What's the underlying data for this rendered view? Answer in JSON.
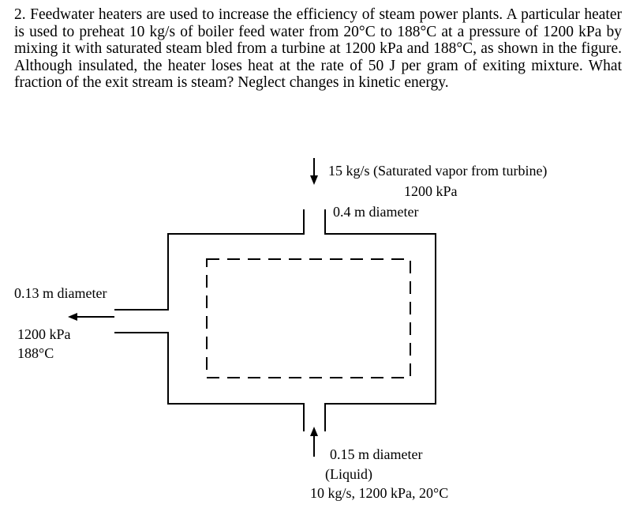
{
  "problem": {
    "text": "2. Feedwater heaters are used to increase the efficiency of steam power plants. A particular heater is used to preheat 10 kg/s of boiler feed water from 20°C to 188°C at a pressure of 1200 kPa by mixing it with saturated steam bled from a turbine at 1200 kPa and 188°C, as shown in the figure. Although insulated, the heater loses heat at the rate of 50 J per gram of exiting mixture. What fraction of the exit stream is steam? Neglect changes in kinetic energy."
  },
  "diagram": {
    "top_inlet": {
      "flow": "15 kg/s (Saturated vapor from turbine)",
      "pressure": "1200 kPa",
      "diameter": "0.4 m diameter"
    },
    "left_outlet": {
      "diameter": "0.13 m diameter",
      "pressure": "1200 kPa",
      "temperature": "188°C"
    },
    "bottom_inlet": {
      "diameter": "0.15 m diameter",
      "phase": "(Liquid)",
      "conditions": "10 kg/s, 1200 kPa, 20°C"
    }
  }
}
